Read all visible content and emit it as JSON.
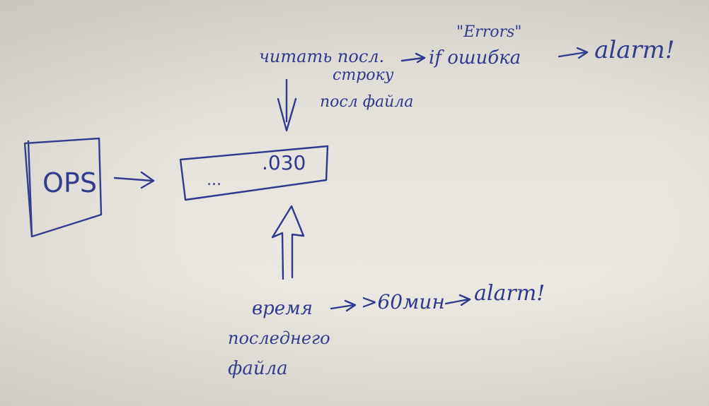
{
  "ops_label": "OPS",
  "file_label": "... .030",
  "file_dots": "...",
  "file_suffix": ".030",
  "top_note": {
    "line1": "читать посл.",
    "line2": "строку",
    "line3": "посл файла",
    "if_text": "if ошибка",
    "errors_quote": "\"Errors\"",
    "alarm": "alarm!"
  },
  "bottom_note": {
    "line1": "время",
    "line2": "последнего",
    "line3": "файла",
    "threshold": ">60мин",
    "alarm": "alarm!"
  },
  "colors": {
    "ink": "#2f3a8f",
    "paper": "#e6e3dc"
  }
}
